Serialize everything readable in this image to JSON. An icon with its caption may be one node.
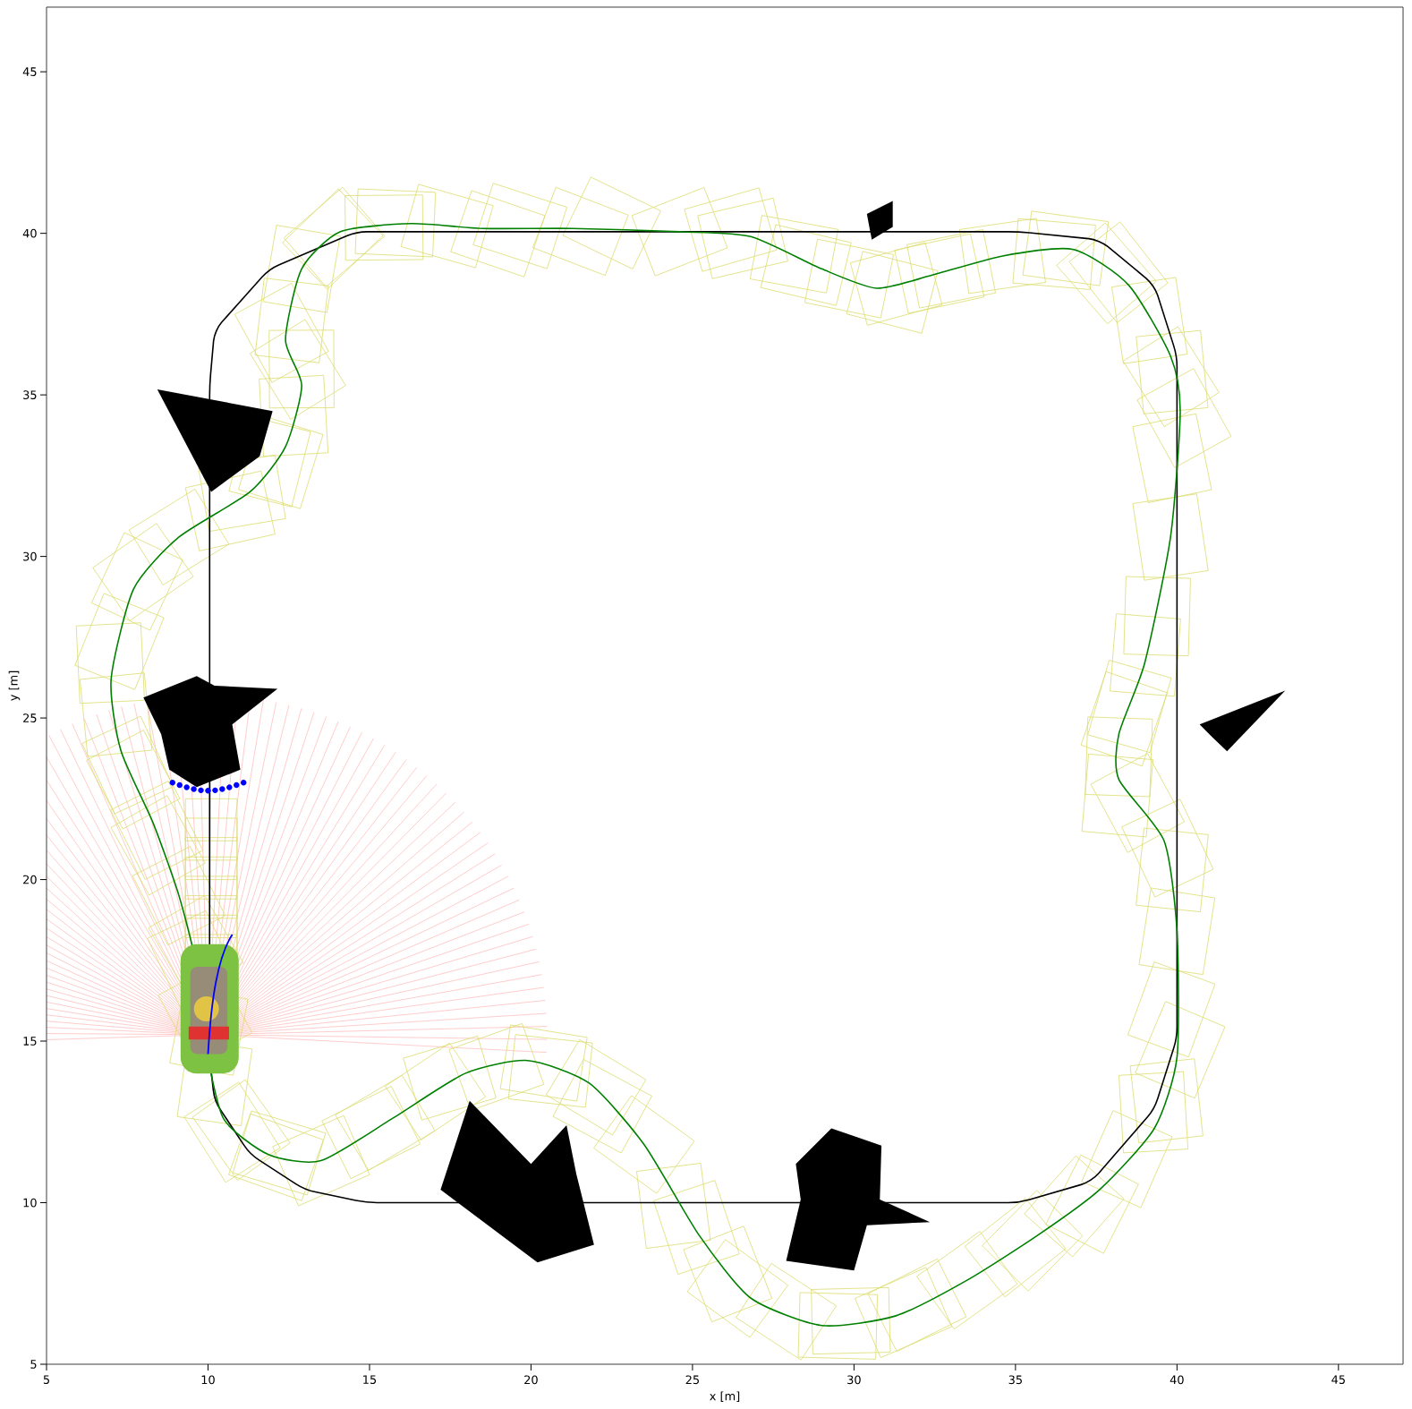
{
  "diagram": {
    "labels": [
      "45",
      "40",
      "35",
      "30",
      "25",
      "y [m]",
      "20",
      "15",
      "10",
      "5",
      "5",
      "10",
      "15",
      "20",
      "25",
      "30",
      "35",
      "40",
      "45",
      "x [m]"
    ]
  }
}
